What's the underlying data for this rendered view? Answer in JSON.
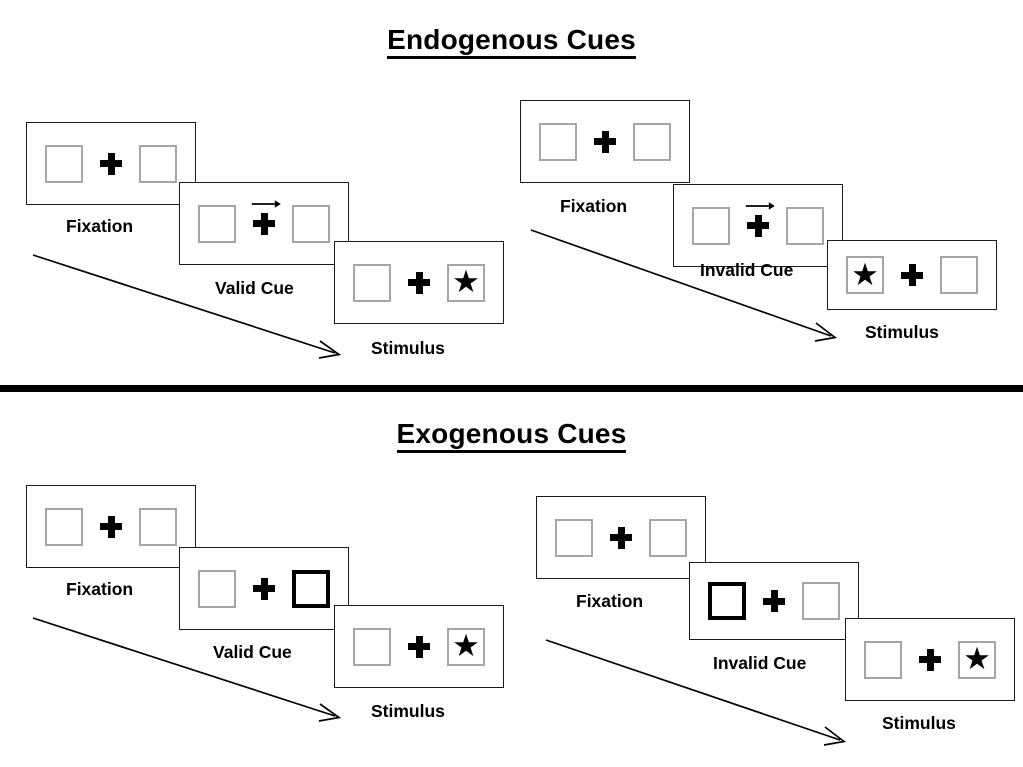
{
  "figure": {
    "divider_color": "#000000",
    "panel_border_color": "#1a1a1a",
    "box_border_color": "#a6a6a6",
    "cued_box_border_color": "#000000",
    "stimulus_glyph": "★",
    "cue_arrow_icon": "right-arrow-cue",
    "flow_arrow_icon": "diagonal-flow-arrow"
  },
  "sections": [
    {
      "id": "endogenous",
      "title": "Endogenous Cues",
      "trials": [
        {
          "id": "endogenous-valid",
          "panels": [
            {
              "label": "Fixation",
              "left_box": "empty",
              "right_box": "empty",
              "cue": "none"
            },
            {
              "label": "Valid Cue",
              "left_box": "empty",
              "right_box": "empty",
              "cue": "arrow-right"
            },
            {
              "label": "Stimulus",
              "left_box": "empty",
              "right_box": "star",
              "cue": "none"
            }
          ]
        },
        {
          "id": "endogenous-invalid",
          "panels": [
            {
              "label": "Fixation",
              "left_box": "empty",
              "right_box": "empty",
              "cue": "none"
            },
            {
              "label": "Invalid Cue",
              "left_box": "empty",
              "right_box": "empty",
              "cue": "arrow-right"
            },
            {
              "label": "Stimulus",
              "left_box": "star",
              "right_box": "empty",
              "cue": "none"
            }
          ]
        }
      ]
    },
    {
      "id": "exogenous",
      "title": "Exogenous Cues",
      "trials": [
        {
          "id": "exogenous-valid",
          "panels": [
            {
              "label": "Fixation",
              "left_box": "empty",
              "right_box": "empty",
              "cue": "none"
            },
            {
              "label": "Valid Cue",
              "left_box": "empty",
              "right_box": "highlight",
              "cue": "none"
            },
            {
              "label": "Stimulus",
              "left_box": "empty",
              "right_box": "star",
              "cue": "none"
            }
          ]
        },
        {
          "id": "exogenous-invalid",
          "panels": [
            {
              "label": "Fixation",
              "left_box": "empty",
              "right_box": "empty",
              "cue": "none"
            },
            {
              "label": "Invalid Cue",
              "left_box": "highlight",
              "right_box": "empty",
              "cue": "none"
            },
            {
              "label": "Stimulus",
              "left_box": "empty",
              "right_box": "star",
              "cue": "none"
            }
          ]
        }
      ]
    }
  ]
}
